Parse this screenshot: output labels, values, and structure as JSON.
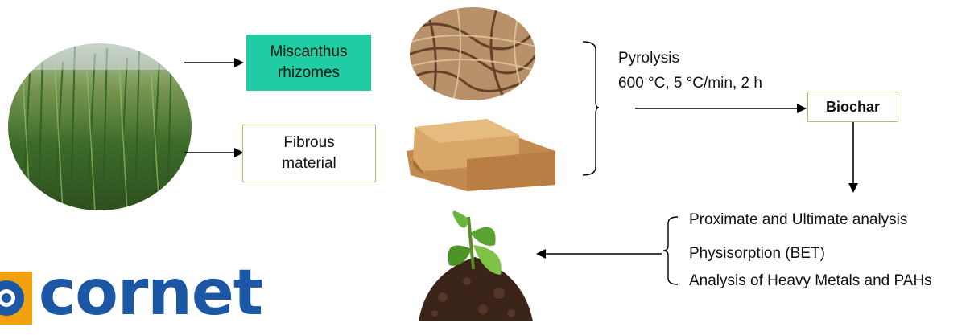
{
  "colors": {
    "miscanthus_box_fill": "#1fcca3",
    "box_border": "#c9b56a",
    "logo_blue": "#1b57a5",
    "logo_orange": "#f2a20f"
  },
  "nodes": {
    "miscanthus_rhizomes": "Miscanthus\nrhizomes",
    "fibrous_material": "Fibrous\nmaterial",
    "pyrolysis_title": "Pyrolysis",
    "pyrolysis_conditions": "600 °C, 5 °C/min, 2 h",
    "biochar": "Biochar"
  },
  "analyses": [
    "Proximate and Ultimate analysis",
    "Physisorption (BET)",
    "Analysis of Heavy Metals and PAHs"
  ],
  "logo": {
    "text": "cornet"
  },
  "icons": [
    "miscanthus-grass-photo",
    "rhizomes-photo",
    "fibrous-blocks-photo",
    "soil-plant-photo",
    "cornet-logo-mark"
  ]
}
